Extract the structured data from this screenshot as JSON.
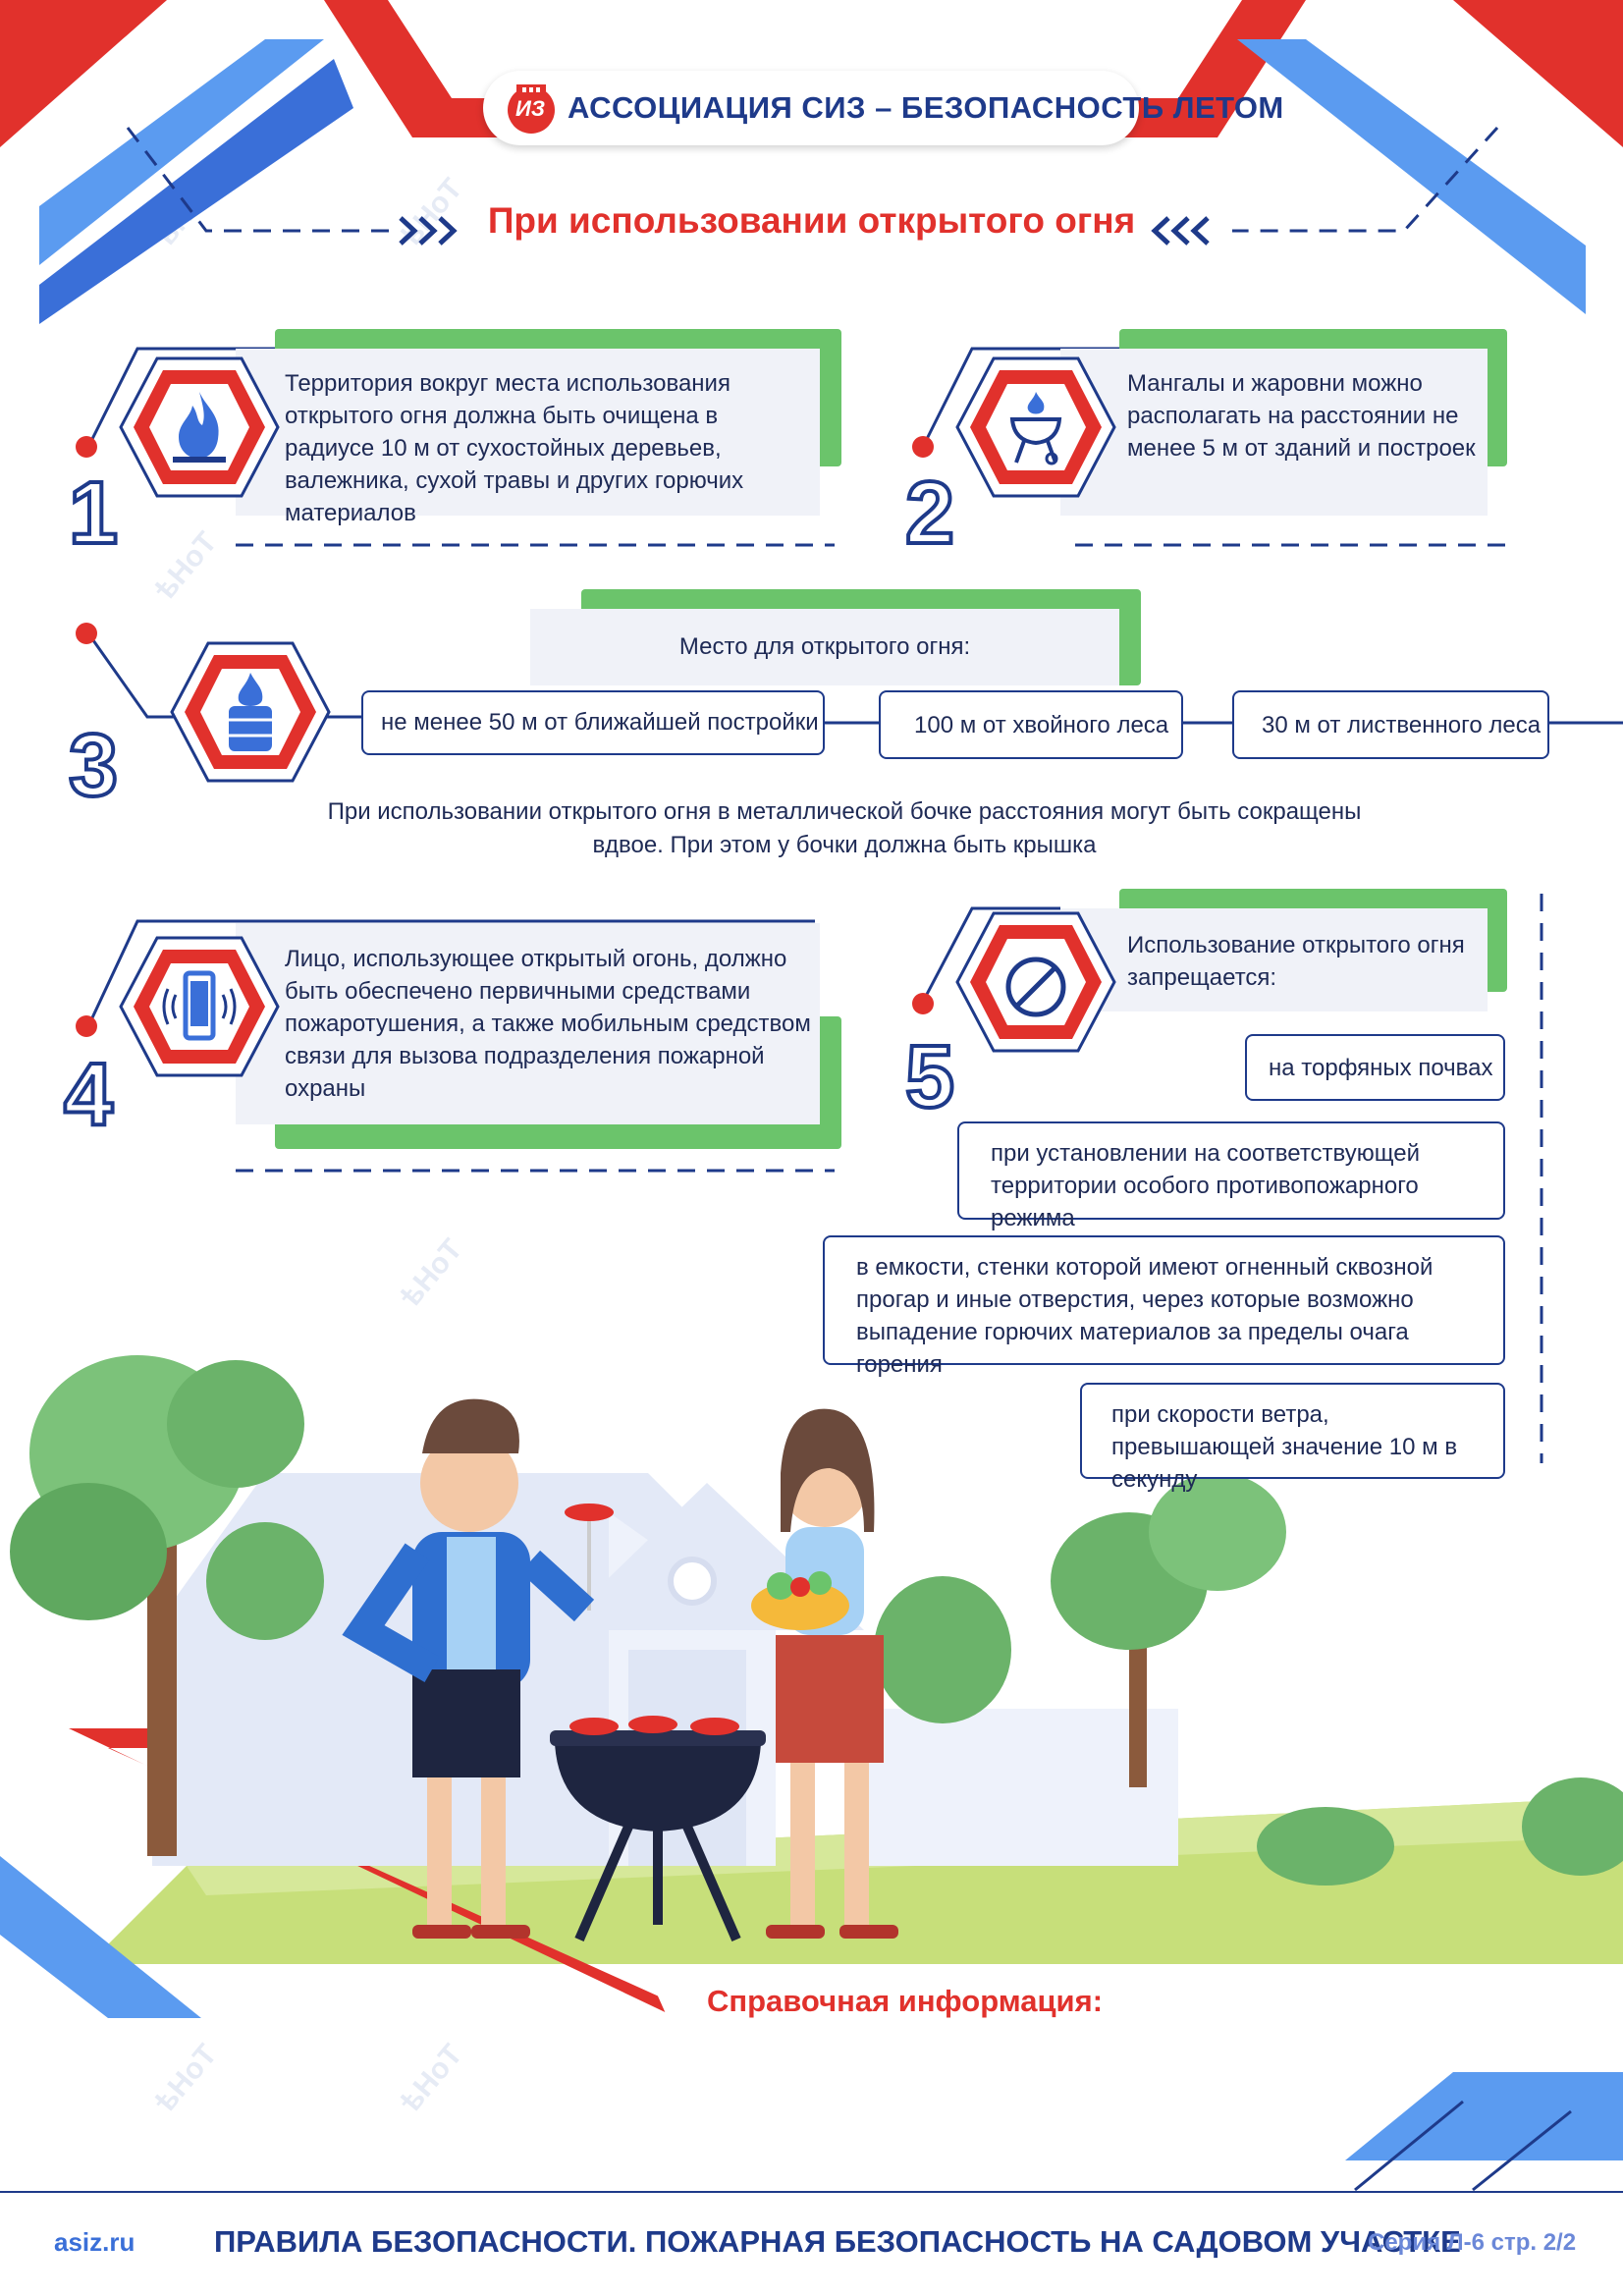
{
  "header": {
    "association_title": "АССОЦИАЦИЯ СИЗ – БЕЗОПАСНОСТЬ ЛЕТОМ",
    "logo_text": "ИЗ"
  },
  "headline": "При использовании открытого огня",
  "rules": [
    {
      "number": "1",
      "icon": "fire-icon",
      "text": "Территория вокруг места использования открытого огня должна быть очищена в радиусе 10 м от сухостойных деревьев, валежника, сухой травы и других горючих материалов"
    },
    {
      "number": "2",
      "icon": "grill-icon",
      "text": "Мангалы и жаровни можно располагать на расстоянии не менее 5 м от зданий и построек"
    },
    {
      "number": "3",
      "icon": "barrel-fire-icon",
      "title": "Место для открытого огня:",
      "distances": [
        "не менее 50 м от ближайшей постройки",
        "100 м от хвойного леса",
        "30 м от лиственного леса"
      ]
    },
    {
      "number": "4",
      "icon": "phone-icon",
      "text": "Лицо, использующее открытый огонь, должно быть обеспечено первичными средствами пожаротушения, а также мобильным средством связи для вызова подразделения пожарной охраны"
    },
    {
      "number": "5",
      "icon": "prohibited-icon",
      "title": "Использование открытого огня запрещается:",
      "prohibitions": [
        "на торфяных почвах",
        "при установлении на соответствующей территории особого противопожарного режима",
        "в емкости, стенки которой имеют огненный сквозной прогар и иные отверстия, через которые возможно выпадение горючих материалов за пределы очага горения",
        "при скорости ветра, превышающей значение 10 м в секунду"
      ]
    }
  ],
  "barrel_note": "При использовании открытого огня в металлической бочке расстояния могут быть сокращены вдвое. При этом у бочки должна быть крышка",
  "reference_label": "Справочная информация:",
  "watermark": "ѣНоТ",
  "footer": {
    "site": "asiz.ru",
    "title": "ПРАВИЛА БЕЗОПАСНОСТИ. ПОЖАРНАЯ БЕЗОПАСНОСТЬ НА САДОВОМ УЧАСТКЕ",
    "series": "Серия Л-6 стр. 2/2"
  },
  "colors": {
    "red": "#e1312c",
    "blue": "#3a6fd8",
    "navy": "#1e3a8a",
    "green": "#6bc46b"
  }
}
